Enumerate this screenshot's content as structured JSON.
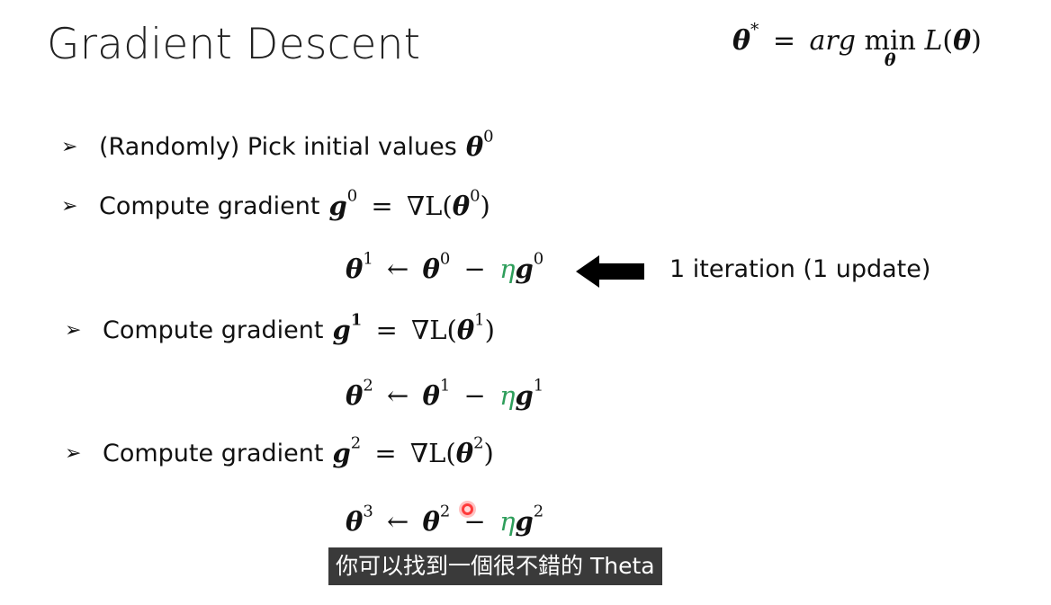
{
  "title": "Gradient Descent",
  "objective": {
    "lhs": "θ",
    "lhs_sup": "*",
    "eq": "=",
    "arg": "arg",
    "min": "min",
    "min_sub": "θ",
    "L": "L",
    "open": "(",
    "theta": "θ",
    "close": ")"
  },
  "bullets": [
    {
      "text": "(Randomly) Pick initial values",
      "theta": "θ",
      "sup": "0"
    },
    {
      "text": "Compute gradient",
      "g": "g",
      "gsup": "0",
      "eq": "=",
      "nabla": "∇L(",
      "theta": "θ",
      "tsup": "0",
      "close": ")"
    },
    {
      "text": "Compute gradient",
      "g": "g",
      "gsup": "1",
      "eq": "=",
      "nabla": "∇L(",
      "theta": "θ",
      "tsup": "1",
      "close": ")"
    },
    {
      "text": "Compute gradient",
      "g": "g",
      "gsup": "2",
      "eq": "=",
      "nabla": "∇L(",
      "theta": "θ",
      "tsup": "2",
      "close": ")"
    }
  ],
  "updates": [
    {
      "t": "θ",
      "tsup": "1",
      "arrow": "←",
      "t2": "θ",
      "t2sup": "0",
      "minus": "−",
      "eta": "η",
      "g": "g",
      "gsup": "0"
    },
    {
      "t": "θ",
      "tsup": "2",
      "arrow": "←",
      "t2": "θ",
      "t2sup": "1",
      "minus": "−",
      "eta": "η",
      "g": "g",
      "gsup": "1"
    },
    {
      "t": "θ",
      "tsup": "3",
      "arrow": "←",
      "t2": "θ",
      "t2sup": "2",
      "minus": "−",
      "eta": "η",
      "g": "g",
      "gsup": "2"
    }
  ],
  "iteration_label": "1 iteration (1 update)",
  "caption": "你可以找到一個很不錯的 Theta",
  "colors": {
    "eta": "#2e9e5b",
    "caption_bg": "#3a3a3a",
    "pointer": "#ff3b3b"
  },
  "icons": {
    "bullet": "arrowhead-bullet-icon",
    "pointer": "big-left-arrow-icon"
  }
}
